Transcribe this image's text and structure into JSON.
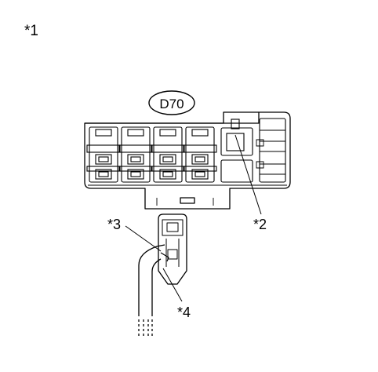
{
  "figure_label": "*1",
  "connector_id": "D70",
  "callouts": [
    "*2",
    "*3",
    "*4"
  ],
  "colors": {
    "line": "#000000",
    "background": "#ffffff"
  }
}
